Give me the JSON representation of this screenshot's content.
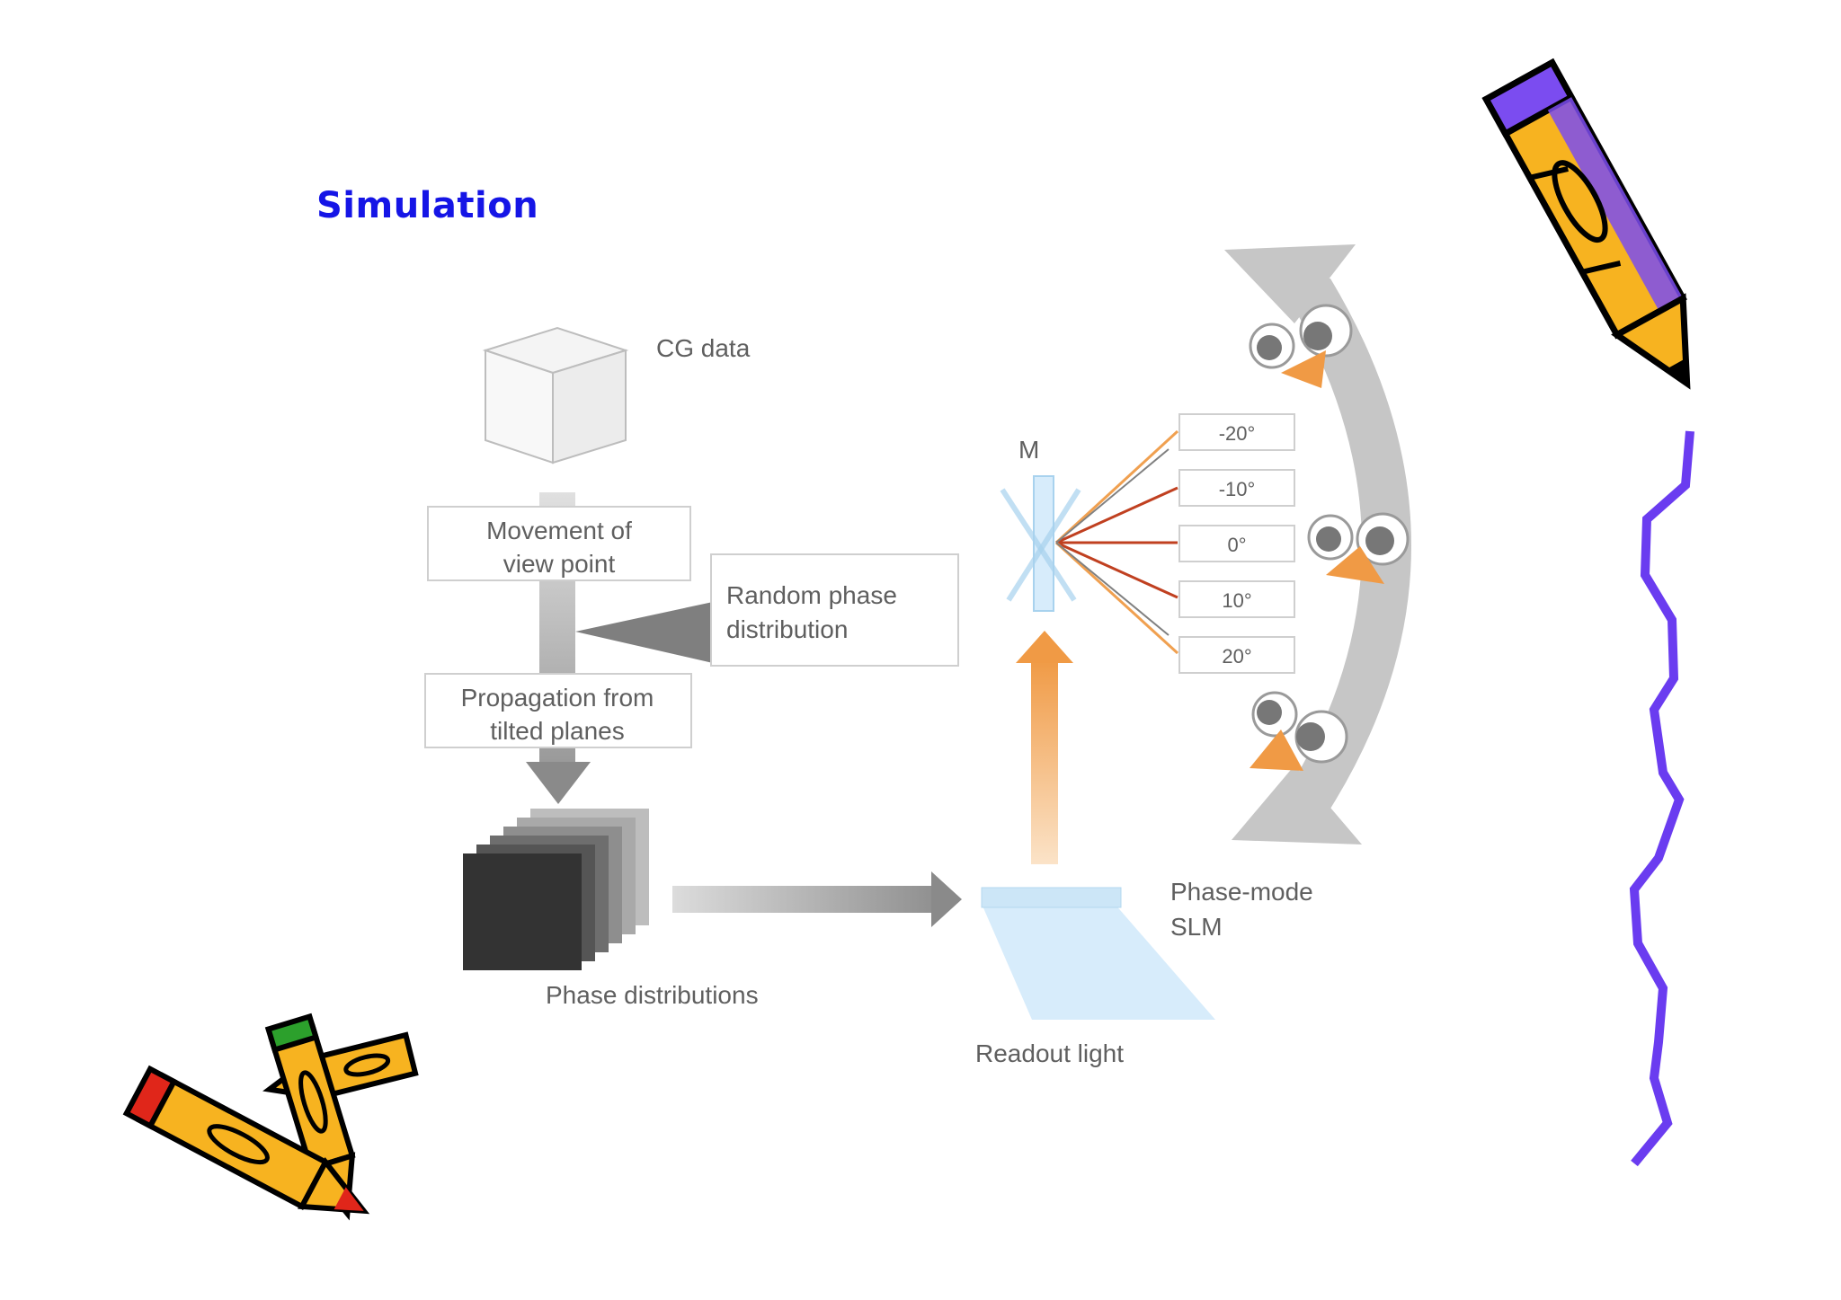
{
  "slide": {
    "title": "Simulation"
  },
  "diagram": {
    "cg_label": "CG data",
    "movement_line1": "Movement of",
    "movement_line2": "view point",
    "random_line1": "Random phase",
    "random_line2": "distribution",
    "propagation_line1": "Propagation from",
    "propagation_line2": "tilted planes",
    "phase_distributions_label": "Phase distributions",
    "readout_label": "Readout light",
    "slm_line1": "Phase-mode",
    "slm_line2": "SLM",
    "mirror_label": "M",
    "angles": [
      "-20°",
      "-10°",
      "0°",
      "10°",
      "20°"
    ]
  },
  "colors": {
    "title": "#1515e6",
    "label_gray": "#5f5f5f",
    "arrow_gray": "#8f8f8f",
    "orange": "#f0a050",
    "pencil_yellow": "#f7b320",
    "pencil_purple": "#7b4cf0",
    "squiggle": "#6a3cf0",
    "pencil_red": "#e0261a",
    "pencil_green": "#2ca02c"
  },
  "icons": {
    "pencil_top_right": "pencil-icon",
    "pencils_bottom_left": "crossed-pencils-icon",
    "squiggle_line": "squiggle-line-icon",
    "viewer_eyes": "eye-icon"
  }
}
